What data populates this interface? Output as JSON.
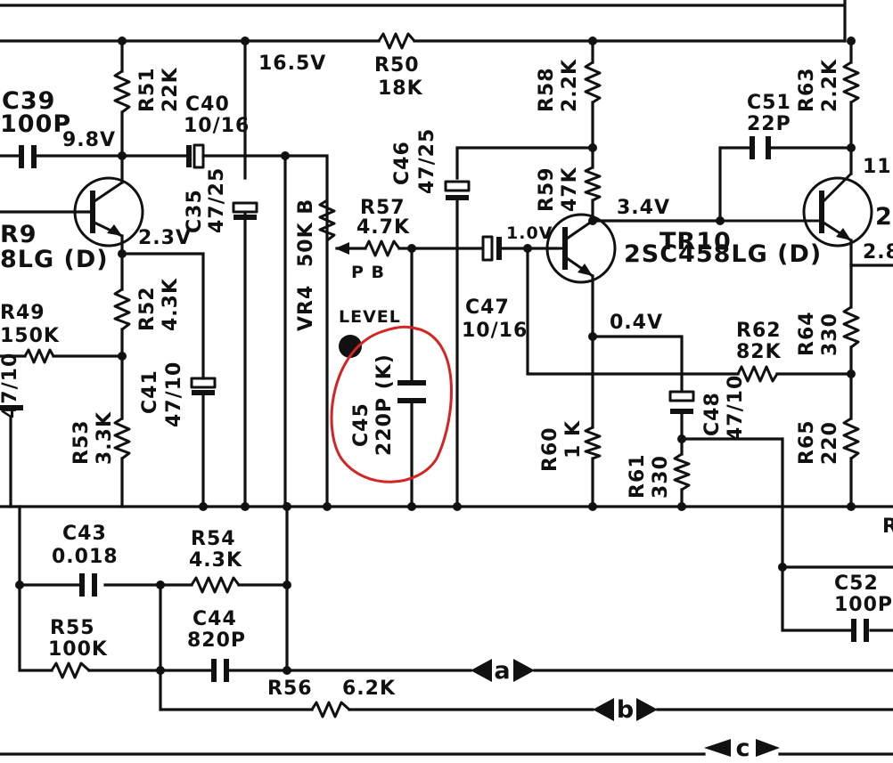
{
  "labels": {
    "c39_name": "C39",
    "c39_val": "100P",
    "r51_name": "R51",
    "r51_val": "22K",
    "c40_name": "C40",
    "c40_val": "10/16",
    "v_9_8": "9.8V",
    "v_16_5": "16.5V",
    "r50_name": "R50",
    "r50_val": "18K",
    "tr9_name": "R9",
    "tr9_type": "8LG (D)",
    "c35_name": "C35",
    "c35_val": "47/25",
    "vr4_val": "50K B",
    "vr4_name": "VR4",
    "v_2_3": "2.3V",
    "r52_name": "R52",
    "r52_val": "4.3K",
    "r57_name": "R57",
    "r57_val": "4.7K",
    "c46_name": "C46",
    "c46_val": "47/25",
    "pb_label": "P B",
    "level_label": "LEVEL",
    "r49_name": "R49",
    "r49_val": "150K",
    "left_cap_val": "47/10",
    "c41_name": "C41",
    "c41_val": "47/10",
    "r53_name": "R53",
    "r53_val": "3.3K",
    "c45_name": "C45",
    "c45_val": "220P (K)",
    "r58_name": "R58",
    "r58_val": "2.2K",
    "r59_name": "R59",
    "r59_val": "47K",
    "v_3_4": "3.4V",
    "v_1_0": "1.0V",
    "c47_name": "C47",
    "c47_val": "10/16",
    "tr10_name": "TR10",
    "tr10_type": "2SC458LG (D)",
    "v_0_4": "0.4V",
    "r60_name": "R60",
    "r60_val": "1 K",
    "r61_name": "R61",
    "r61_val": "330",
    "c48_name": "C48",
    "c48_val": "47/10",
    "c51_name": "C51",
    "c51_val": "22P",
    "r63_name": "R63",
    "r63_val": "2.2K",
    "v_11": "11.",
    "tr11_partial": "2",
    "v_2_8": "2.8",
    "r62_name": "R62",
    "r62_val": "82K",
    "r64_name": "R64",
    "r64_val": "330",
    "r65_name": "R65",
    "r65_val": "220",
    "c43_name": "C43",
    "c43_val": "0.018",
    "r54_name": "R54",
    "r54_val": "4.3K",
    "c44_name": "C44",
    "c44_val": "820P",
    "r55_name": "R55",
    "r55_val": "100K",
    "r56_name": "R56",
    "r56_val": "6.2K",
    "c52_name": "C52",
    "c52_val": "100P",
    "edge_r": "R",
    "conn_a": "a",
    "conn_b": "b",
    "conn_c": "c"
  },
  "colors": {
    "ink": "#111111",
    "highlight": "#d42424",
    "paper": "#ffffff"
  }
}
